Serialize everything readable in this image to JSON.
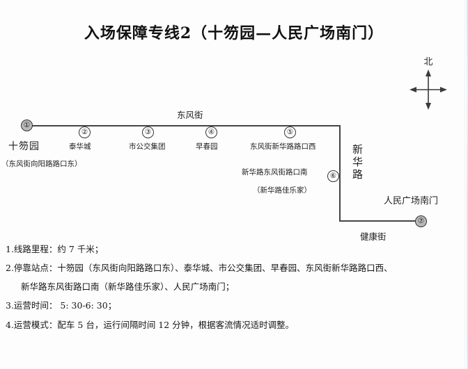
{
  "title": "入场保障专线2（十笏园—人民广场南门）",
  "compass": {
    "north_label": "北",
    "icon": "compass-four-arrows"
  },
  "map": {
    "streets": {
      "top": "东风街",
      "right_vertical": "新华路",
      "bottom": "健康街"
    },
    "destination_label": "人民广场南门",
    "stops": [
      {
        "num": "①",
        "name": "十笏园",
        "sub": "（东风街向阳路路口东）"
      },
      {
        "num": "②",
        "name": "泰华城",
        "sub": ""
      },
      {
        "num": "③",
        "name": "市公交集团",
        "sub": ""
      },
      {
        "num": "④",
        "name": "早春园",
        "sub": ""
      },
      {
        "num": "⑤",
        "name": "东风街新华路路口西",
        "sub": ""
      },
      {
        "num": "⑥",
        "name": "新华路东风街路口南",
        "sub": "（新华路佳乐家）"
      },
      {
        "num": "⑦",
        "name": "人民广场南门",
        "sub": ""
      }
    ]
  },
  "notes": [
    {
      "index": "1.",
      "label": "线路里程：",
      "text": "约 7 千米；",
      "full": "1.线路里程：约 7 千米；"
    },
    {
      "index": "2.",
      "label": "停靠站点：",
      "line1": "2.停靠站点：十笏园（东风街向阳路路口东）、泰华城、市公交集团、早春园、东风街新华路路口西、",
      "line2": "新华路东风街路口南（新华路佳乐家）、人民广场南门；"
    },
    {
      "index": "3.",
      "label": "运营时间：",
      "full": "3.运营时间： 5: 30-6: 30；"
    },
    {
      "index": "4.",
      "label": "运营模式：",
      "full": "4.运营模式：配车 5 台，运行间隔时间 12 分钟，根据客流情况适时调整。"
    }
  ]
}
